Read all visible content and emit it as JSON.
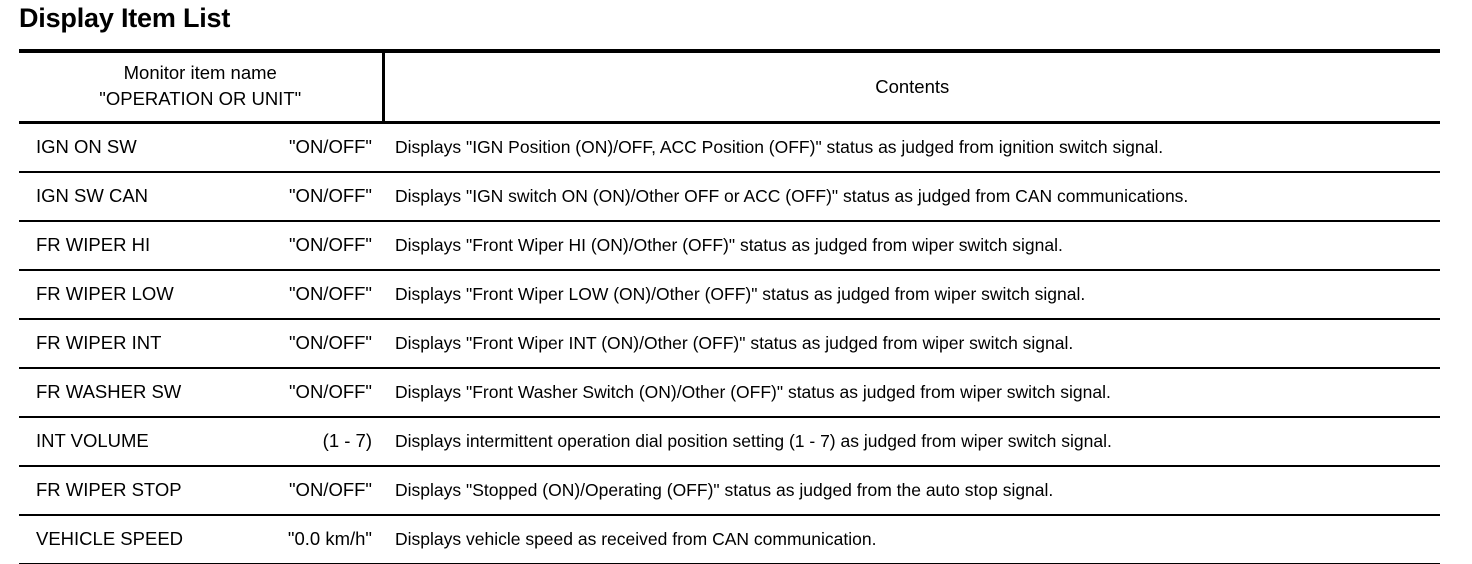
{
  "page_title": "Display Item List",
  "table": {
    "headers": {
      "monitor_item_name_line1": "Monitor item name",
      "monitor_item_name_line2": "\"OPERATION OR UNIT\"",
      "contents": "Contents"
    },
    "rows": [
      {
        "name": "IGN ON SW",
        "unit": "\"ON/OFF\"",
        "contents": "Displays \"IGN Position (ON)/OFF, ACC Position (OFF)\" status as judged from ignition switch signal."
      },
      {
        "name": "IGN SW CAN",
        "unit": "\"ON/OFF\"",
        "contents": "Displays \"IGN switch ON (ON)/Other OFF or ACC (OFF)\" status as judged from CAN communications."
      },
      {
        "name": "FR WIPER HI",
        "unit": "\"ON/OFF\"",
        "contents": "Displays \"Front Wiper HI (ON)/Other (OFF)\" status as judged from wiper switch signal."
      },
      {
        "name": "FR WIPER LOW",
        "unit": "\"ON/OFF\"",
        "contents": "Displays \"Front Wiper LOW (ON)/Other (OFF)\" status as judged from wiper switch signal."
      },
      {
        "name": "FR WIPER INT",
        "unit": "\"ON/OFF\"",
        "contents": "Displays \"Front Wiper INT (ON)/Other (OFF)\" status as judged from wiper switch signal."
      },
      {
        "name": "FR WASHER SW",
        "unit": "\"ON/OFF\"",
        "contents": "Displays \"Front Washer Switch (ON)/Other (OFF)\" status as judged from wiper switch signal."
      },
      {
        "name": "INT VOLUME",
        "unit": "(1 - 7)",
        "contents": "Displays intermittent operation dial position setting (1 - 7) as judged from wiper switch signal."
      },
      {
        "name": "FR WIPER STOP",
        "unit": "\"ON/OFF\"",
        "contents": "Displays \"Stopped (ON)/Operating (OFF)\" status as judged from the auto stop signal."
      },
      {
        "name": "VEHICLE SPEED",
        "unit": "\"0.0 km/h\"",
        "contents": "Displays vehicle speed as received from CAN communication."
      }
    ]
  },
  "colors": {
    "text": "#000000",
    "background": "#ffffff",
    "rule": "#000000"
  }
}
